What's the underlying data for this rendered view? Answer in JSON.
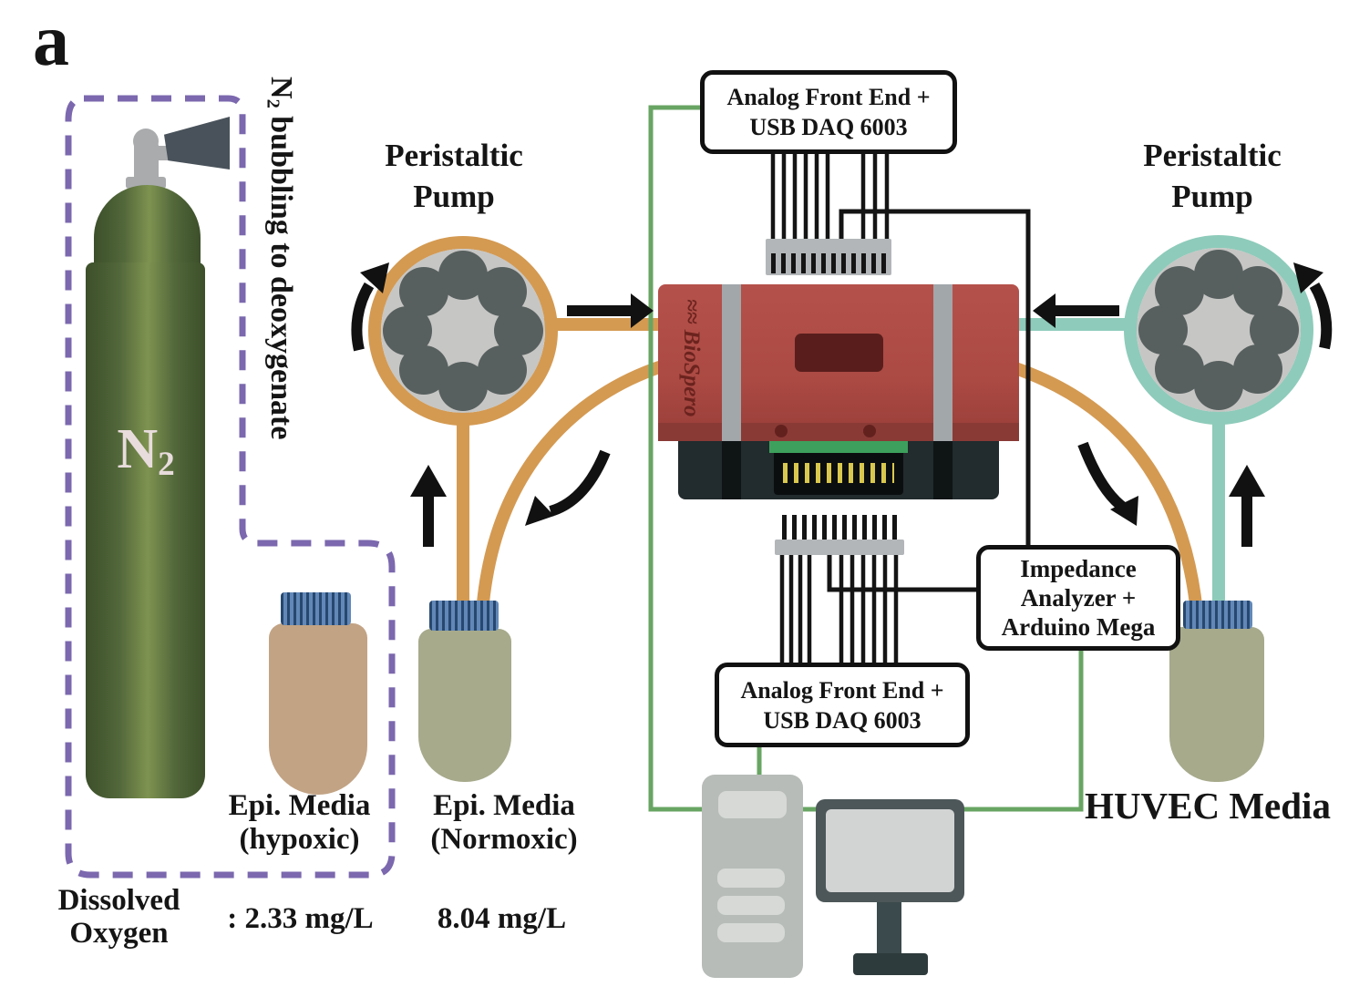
{
  "panel": {
    "letter": "a"
  },
  "colors": {
    "tube_orange": "#d49a52",
    "tube_teal": "#8ecbba",
    "wire_green": "#68a563",
    "wire_black": "#141414",
    "dash_purple": "#7b68ae",
    "device_red": "#ab4943",
    "device_red_dark": "#8a3a35",
    "cylinder_green_dark": "#3c4f2a",
    "cylinder_green_light": "#7e9350",
    "bottle_tan": "#c2a384",
    "bottle_sage": "#a7aa8b",
    "cap_blue_dark": "#27486f",
    "cap_blue_light": "#6288b8",
    "roller_gray": "#57605f",
    "pump_inner_gray": "#c6c6c4",
    "connector_gray": "#b3b6b8",
    "text_black": "#151515"
  },
  "cylinder": {
    "symbol": "N",
    "subscript": "2"
  },
  "note_vertical": {
    "symbol": "N",
    "subscript": "2",
    "rest": " bubbling to deoxygenate"
  },
  "pumps": {
    "left": {
      "line1": "Peristaltic",
      "line2": "Pump"
    },
    "right": {
      "line1": "Peristaltic",
      "line2": "Pump"
    }
  },
  "boxes": {
    "afe_top": {
      "line1": "Analog Front End +",
      "line2": "USB DAQ 6003"
    },
    "afe_bottom": {
      "line1": "Analog Front End +",
      "line2": "USB DAQ 6003"
    },
    "impedance": {
      "line1": "Impedance",
      "line2": "Analyzer +",
      "line3": "Arduino Mega"
    }
  },
  "media": {
    "hypoxic": {
      "line1": "Epi. Media",
      "line2": "(hypoxic)"
    },
    "normoxic": {
      "line1": "Epi. Media",
      "line2": "(Normoxic)"
    },
    "huvec": "HUVEC Media"
  },
  "dissolved_oxygen": {
    "label_line1": "Dissolved",
    "label_line2": "Oxygen",
    "hypoxic_value": ": 2.33 mg/L",
    "normoxic_value": "8.04 mg/L"
  },
  "device": {
    "brand": "BioSpero",
    "engraving_waves": "≈≈ "
  }
}
